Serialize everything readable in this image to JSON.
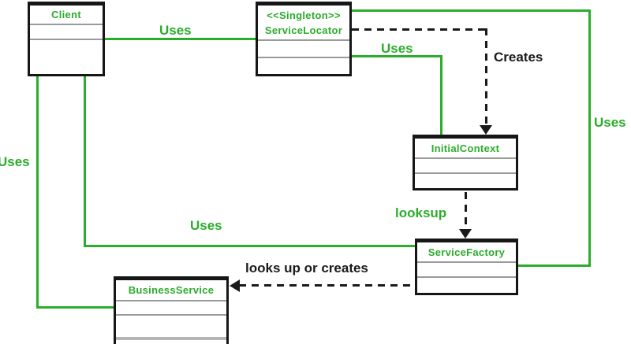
{
  "diagram_type": "uml-class-diagram",
  "colors": {
    "accent_green": "#2bad2b",
    "line_black": "#1a1a1a",
    "box_border": "#161616",
    "divider_gray": "#9a9a9a",
    "background": "#ffffff"
  },
  "nodes": [
    {
      "name": "Client"
    },
    {
      "stereotype": "<<Singleton>>",
      "name": "ServiceLocator"
    },
    {
      "name": "InitialContext"
    },
    {
      "name": "ServiceFactory"
    },
    {
      "name": "BusinessService"
    }
  ],
  "edges": [
    {
      "from": "Client",
      "to": "ServiceLocator",
      "label": "Uses",
      "style": "solid-green"
    },
    {
      "from": "ServiceLocator",
      "to": "InitialContext",
      "label": "Uses",
      "style": "solid-green"
    },
    {
      "from": "ServiceLocator",
      "to": "InitialContext",
      "label": "Creates",
      "style": "dashed-black-arrow"
    },
    {
      "from": "ServiceLocator",
      "to": "ServiceFactory",
      "label": "Uses",
      "style": "solid-green"
    },
    {
      "from": "Client",
      "to": "BusinessService",
      "label": "Uses",
      "style": "solid-green"
    },
    {
      "from": "Client",
      "to": "ServiceFactory",
      "label": "Uses",
      "style": "solid-green"
    },
    {
      "from": "InitialContext",
      "to": "ServiceFactory",
      "label": "looksup",
      "style": "dashed-black-arrow"
    },
    {
      "from": "ServiceFactory",
      "to": "BusinessService",
      "label": "looks up or creates",
      "style": "dashed-black-arrow"
    }
  ]
}
